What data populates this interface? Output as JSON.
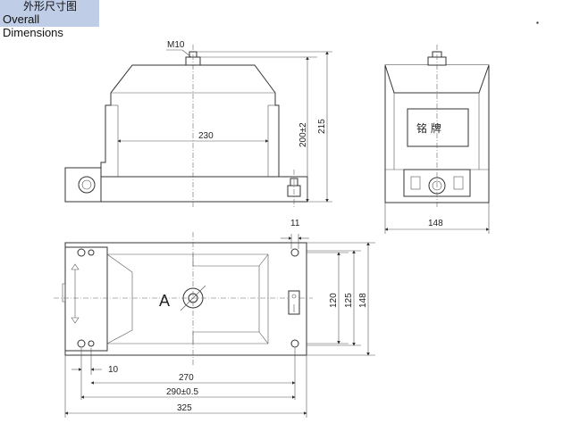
{
  "header": {
    "title_cn": "外形尺寸图",
    "title_en": "Overall Dimensions"
  },
  "front_view": {
    "thread_label": "M10",
    "width_label": "230",
    "height_inner_label": "200±2",
    "height_total_label": "215"
  },
  "side_view": {
    "nameplate_label": "铭  牌",
    "width_label": "148"
  },
  "top_view": {
    "terminal_label": "A",
    "dim_top_small": "11",
    "dim_v_120": "120",
    "dim_v_125": "125",
    "dim_v_148": "148",
    "dim_10": "10",
    "dim_270": "270",
    "dim_290": "290±0.5",
    "dim_325": "325"
  },
  "colors": {
    "title_bg": "#bfcde6",
    "line": "#333333"
  }
}
